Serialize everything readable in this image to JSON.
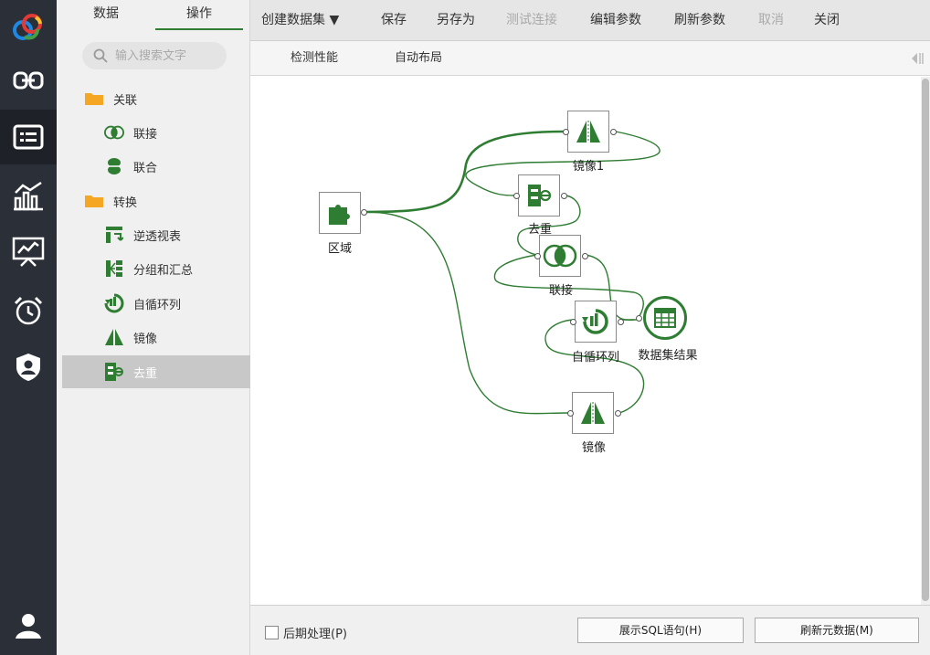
{
  "nav": {
    "items": [
      {
        "icon": "app-logo-icon"
      },
      {
        "icon": "link-icon"
      },
      {
        "icon": "dataset-icon",
        "active": true
      },
      {
        "icon": "chart-icon"
      },
      {
        "icon": "dashboard-icon"
      },
      {
        "icon": "alarm-icon"
      },
      {
        "icon": "shield-user-icon"
      },
      {
        "icon": "user-icon"
      }
    ]
  },
  "panel": {
    "tabs": [
      {
        "label": "数据",
        "active": false
      },
      {
        "label": "操作",
        "active": true
      }
    ],
    "search": {
      "placeholder": "输入搜索文字"
    },
    "tree": [
      {
        "label": "关联",
        "icon": "folder-icon",
        "type": "folder"
      },
      {
        "label": "联接",
        "icon": "join-icon",
        "type": "leaf"
      },
      {
        "label": "联合",
        "icon": "union-icon",
        "type": "leaf"
      },
      {
        "label": "转换",
        "icon": "folder-icon",
        "type": "folder"
      },
      {
        "label": "逆透视表",
        "icon": "unpivot-icon",
        "type": "leaf"
      },
      {
        "label": "分组和汇总",
        "icon": "group-icon",
        "type": "leaf"
      },
      {
        "label": "自循环列",
        "icon": "self-loop-icon",
        "type": "leaf"
      },
      {
        "label": "镜像",
        "icon": "mirror-icon",
        "type": "leaf"
      },
      {
        "label": "去重",
        "icon": "dedup-icon",
        "type": "leaf",
        "selected": true
      }
    ]
  },
  "toolbar": {
    "items": [
      {
        "label": "创建数据集 ▼",
        "enabled": true
      },
      {
        "label": "保存",
        "enabled": true
      },
      {
        "label": "另存为",
        "enabled": true
      },
      {
        "label": "测试连接",
        "enabled": false
      },
      {
        "label": "编辑参数",
        "enabled": true
      },
      {
        "label": "刷新参数",
        "enabled": true
      },
      {
        "label": "取消",
        "enabled": false
      },
      {
        "label": "关闭",
        "enabled": true
      }
    ],
    "sub": [
      {
        "label": "检测性能"
      },
      {
        "label": "自动布局"
      }
    ]
  },
  "canvas": {
    "nodes": {
      "region": {
        "label": "区域",
        "icon": "puzzle-icon"
      },
      "mirror1": {
        "label": "镜像1",
        "icon": "mirror-icon"
      },
      "dedup": {
        "label": "去重",
        "icon": "dedup-icon"
      },
      "join": {
        "label": "联接",
        "icon": "join-icon"
      },
      "selfloop": {
        "label": "自循环列",
        "icon": "self-loop-icon"
      },
      "result": {
        "label": "数据集结果",
        "icon": "table-icon"
      },
      "mirror": {
        "label": "镜像",
        "icon": "mirror-icon"
      }
    }
  },
  "footer": {
    "post_process": "后期处理(P)",
    "show_sql": "展示SQL语句(H)",
    "refresh_meta": "刷新元数据(M)"
  },
  "colors": {
    "accent": "#2e7d32",
    "nav_bg": "#2b3038",
    "folder": "#f5a623"
  }
}
